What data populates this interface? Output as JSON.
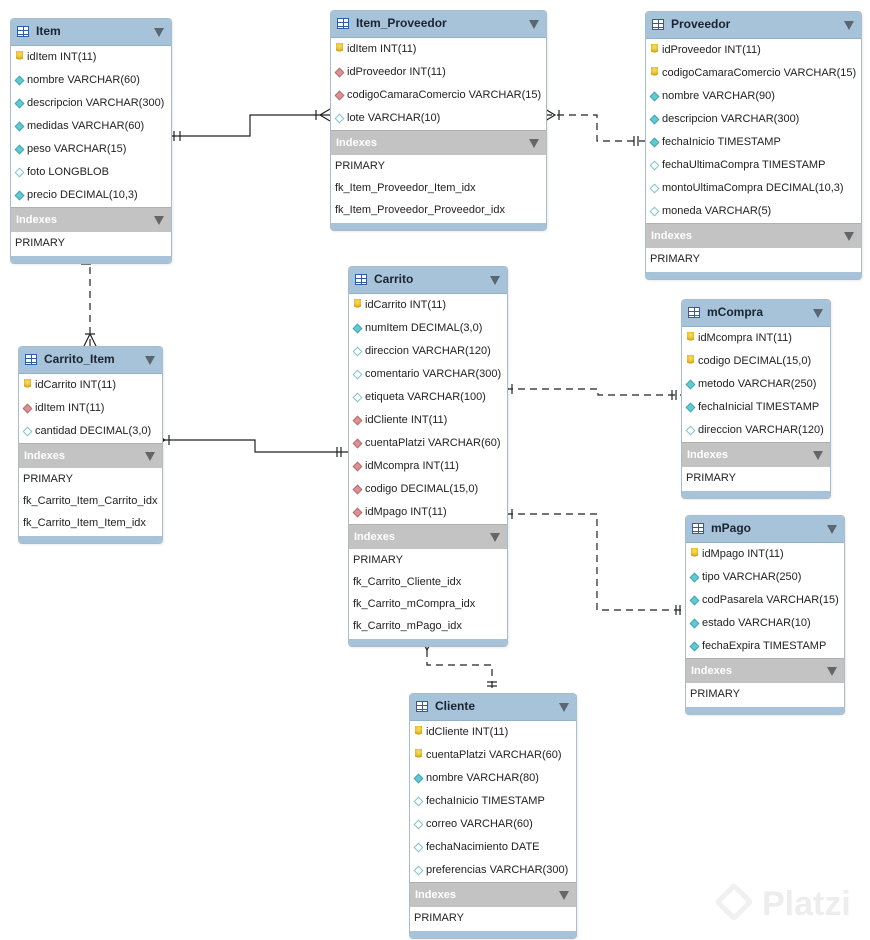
{
  "diagram": {
    "indexes_label": "Indexes",
    "watermark": "Platzi",
    "tables": [
      {
        "id": "item",
        "name": "Item",
        "columns": [
          {
            "kind": "pk",
            "text": "idItem INT(11)"
          },
          {
            "kind": "nn",
            "text": "nombre VARCHAR(60)"
          },
          {
            "kind": "nn",
            "text": "descripcion VARCHAR(300)"
          },
          {
            "kind": "nn",
            "text": "medidas VARCHAR(60)"
          },
          {
            "kind": "nn",
            "text": "peso VARCHAR(15)"
          },
          {
            "kind": "nl",
            "text": "foto LONGBLOB"
          },
          {
            "kind": "nn",
            "text": "precio DECIMAL(10,3)"
          }
        ],
        "indexes": [
          "PRIMARY"
        ]
      },
      {
        "id": "item_proveedor",
        "name": "Item_Proveedor",
        "columns": [
          {
            "kind": "pk",
            "text": "idItem INT(11)"
          },
          {
            "kind": "fk",
            "text": "idProveedor INT(11)"
          },
          {
            "kind": "fk",
            "text": "codigoCamaraComercio VARCHAR(15)"
          },
          {
            "kind": "nl",
            "text": "lote VARCHAR(10)"
          }
        ],
        "indexes": [
          "PRIMARY",
          "fk_Item_Proveedor_Item_idx",
          "fk_Item_Proveedor_Proveedor_idx"
        ]
      },
      {
        "id": "proveedor",
        "name": "Proveedor",
        "columns": [
          {
            "kind": "pk",
            "text": "idProveedor INT(11)"
          },
          {
            "kind": "pk",
            "text": "codigoCamaraComercio VARCHAR(15)"
          },
          {
            "kind": "nn",
            "text": "nombre VARCHAR(90)"
          },
          {
            "kind": "nn",
            "text": "descripcion VARCHAR(300)"
          },
          {
            "kind": "nn",
            "text": "fechaInicio TIMESTAMP"
          },
          {
            "kind": "nl",
            "text": "fechaUltimaCompra TIMESTAMP"
          },
          {
            "kind": "nl",
            "text": "montoUltimaCompra DECIMAL(10,3)"
          },
          {
            "kind": "nl",
            "text": "moneda VARCHAR(5)"
          }
        ],
        "indexes": [
          "PRIMARY"
        ]
      },
      {
        "id": "carrito",
        "name": "Carrito",
        "columns": [
          {
            "kind": "pk",
            "text": "idCarrito INT(11)"
          },
          {
            "kind": "nn",
            "text": "numItem DECIMAL(3,0)"
          },
          {
            "kind": "nl",
            "text": "direccion VARCHAR(120)"
          },
          {
            "kind": "nl",
            "text": "comentario VARCHAR(300)"
          },
          {
            "kind": "nl",
            "text": "etiqueta VARCHAR(100)"
          },
          {
            "kind": "fk",
            "text": "idCliente INT(11)"
          },
          {
            "kind": "fk",
            "text": "cuentaPlatzi VARCHAR(60)"
          },
          {
            "kind": "fk",
            "text": "idMcompra INT(11)"
          },
          {
            "kind": "fk",
            "text": "codigo DECIMAL(15,0)"
          },
          {
            "kind": "fk",
            "text": "idMpago INT(11)"
          }
        ],
        "indexes": [
          "PRIMARY",
          "fk_Carrito_Cliente_idx",
          "fk_Carrito_mCompra_idx",
          "fk_Carrito_mPago_idx"
        ]
      },
      {
        "id": "carrito_item",
        "name": "Carrito_Item",
        "columns": [
          {
            "kind": "pk",
            "text": "idCarrito INT(11)"
          },
          {
            "kind": "fk",
            "text": "idItem INT(11)"
          },
          {
            "kind": "nl",
            "text": "cantidad DECIMAL(3,0)"
          }
        ],
        "indexes": [
          "PRIMARY",
          "fk_Carrito_Item_Carrito_idx",
          "fk_Carrito_Item_Item_idx"
        ]
      },
      {
        "id": "mcompra",
        "name": "mCompra",
        "columns": [
          {
            "kind": "pk",
            "text": "idMcompra INT(11)"
          },
          {
            "kind": "pk",
            "text": "codigo DECIMAL(15,0)"
          },
          {
            "kind": "nn",
            "text": "metodo VARCHAR(250)"
          },
          {
            "kind": "nn",
            "text": "fechaInicial TIMESTAMP"
          },
          {
            "kind": "nl",
            "text": "direccion VARCHAR(120)"
          }
        ],
        "indexes": [
          "PRIMARY"
        ]
      },
      {
        "id": "mpago",
        "name": "mPago",
        "columns": [
          {
            "kind": "pk",
            "text": "idMpago INT(11)"
          },
          {
            "kind": "nn",
            "text": "tipo VARCHAR(250)"
          },
          {
            "kind": "nn",
            "text": "codPasarela VARCHAR(15)"
          },
          {
            "kind": "nn",
            "text": "estado VARCHAR(10)"
          },
          {
            "kind": "nn",
            "text": "fechaExpira TIMESTAMP"
          }
        ],
        "indexes": [
          "PRIMARY"
        ]
      },
      {
        "id": "cliente",
        "name": "Cliente",
        "columns": [
          {
            "kind": "pk",
            "text": "idCliente INT(11)"
          },
          {
            "kind": "pk",
            "text": "cuentaPlatzi VARCHAR(60)"
          },
          {
            "kind": "nn",
            "text": "nombre VARCHAR(80)"
          },
          {
            "kind": "nl",
            "text": "fechaInicio TIMESTAMP"
          },
          {
            "kind": "nl",
            "text": "correo VARCHAR(60)"
          },
          {
            "kind": "nl",
            "text": "fechaNacimiento DATE"
          },
          {
            "kind": "nl",
            "text": "preferencias VARCHAR(300)"
          }
        ],
        "indexes": [
          "PRIMARY"
        ]
      }
    ],
    "relationships": [
      {
        "from": "item",
        "to": "item_proveedor",
        "style": "solid"
      },
      {
        "from": "proveedor",
        "to": "item_proveedor",
        "style": "dashed"
      },
      {
        "from": "item",
        "to": "carrito_item",
        "style": "dashed"
      },
      {
        "from": "carrito",
        "to": "carrito_item",
        "style": "solid"
      },
      {
        "from": "mcompra",
        "to": "carrito",
        "style": "dashed"
      },
      {
        "from": "mpago",
        "to": "carrito",
        "style": "dashed"
      },
      {
        "from": "cliente",
        "to": "carrito",
        "style": "dashed"
      }
    ]
  }
}
